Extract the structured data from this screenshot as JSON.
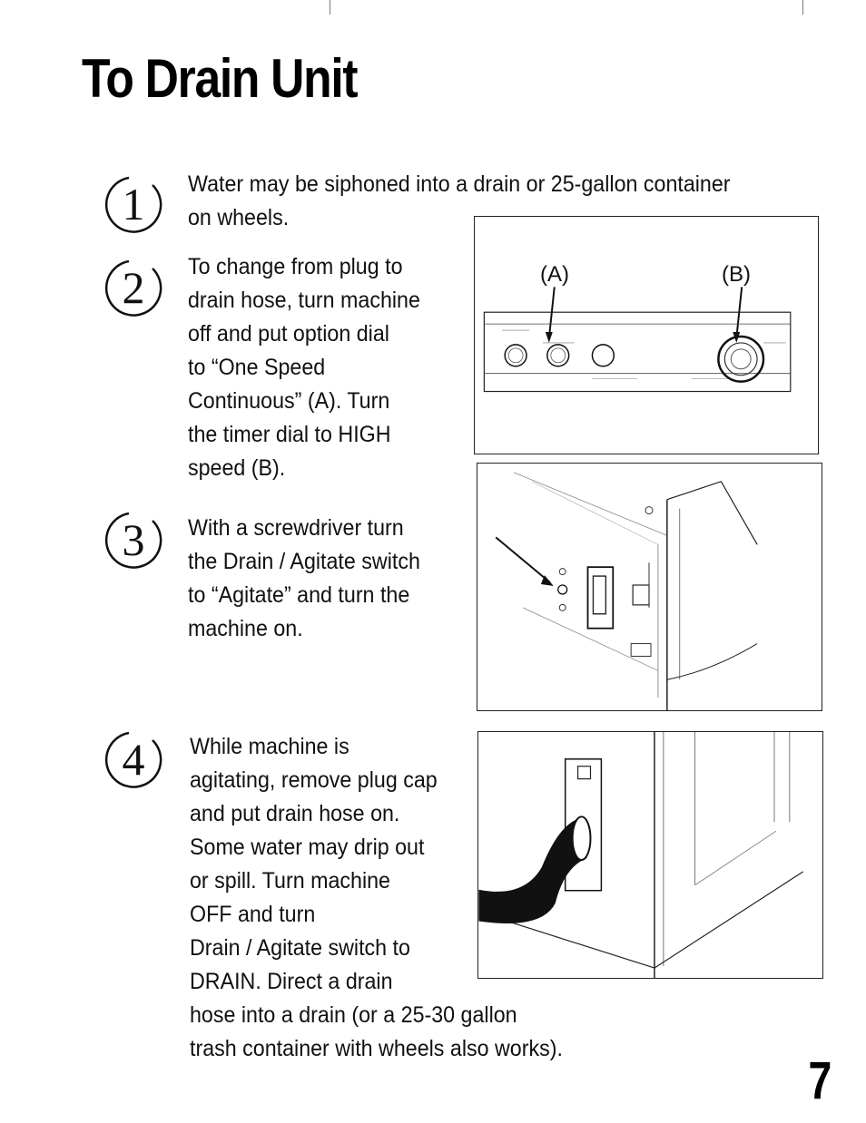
{
  "page": {
    "title": "To Drain Unit",
    "page_number": "7"
  },
  "steps": [
    {
      "number": "1",
      "lines": [
        "Water may be siphoned into a drain or 25-gallon container",
        "on wheels."
      ]
    },
    {
      "number": "2",
      "lines": [
        "To change from plug to",
        "drain hose, turn machine",
        "off and put option dial",
        "to “One Speed",
        "Continuous” (A). Turn",
        "the timer dial to HIGH",
        "speed (B)."
      ]
    },
    {
      "number": "3",
      "lines": [
        "With a screwdriver turn",
        "the Drain / Agitate switch",
        "to “Agitate” and turn the",
        "machine on."
      ]
    },
    {
      "number": "4",
      "lines": [
        "While machine is",
        "agitating, remove plug cap",
        "and put drain hose on.",
        "Some water may drip out",
        "or spill. Turn machine",
        "OFF and turn",
        "Drain / Agitate switch to",
        "DRAIN. Direct a drain",
        "hose into a drain (or a 25-30 gallon",
        "trash container with wheels also works)."
      ]
    }
  ],
  "figures": {
    "control_panel": {
      "label_a": "(A)",
      "label_b": "(B)"
    }
  }
}
